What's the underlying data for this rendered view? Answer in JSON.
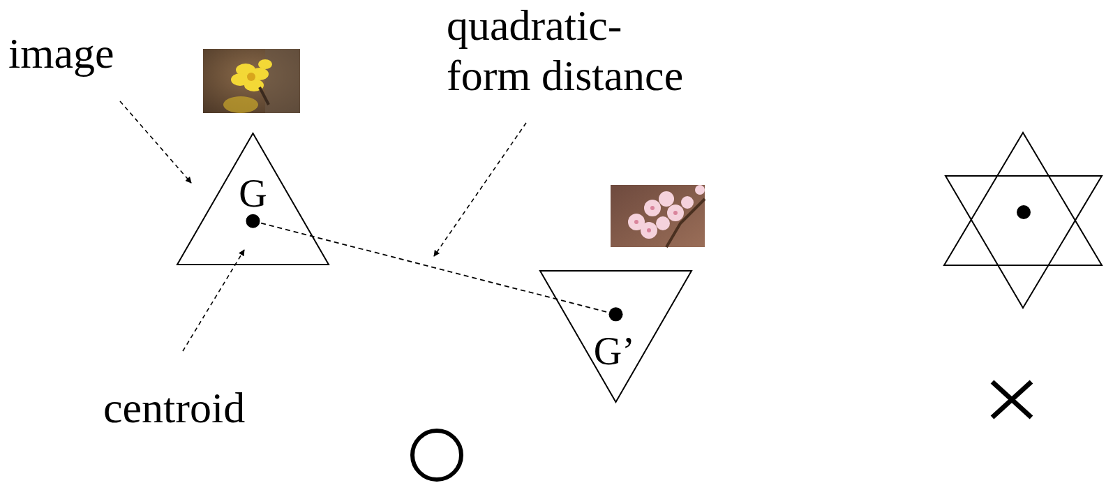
{
  "diagram": {
    "nodes": [
      {
        "text": [
          "G"
        ]
      },
      {
        "text": [
          "G’"
        ]
      }
    ],
    "edges": [
      {
        "from": 0,
        "to": 1,
        "arrow": "none"
      }
    ],
    "labels": [
      "image",
      "quadratic- form distance",
      "centroid"
    ]
  }
}
